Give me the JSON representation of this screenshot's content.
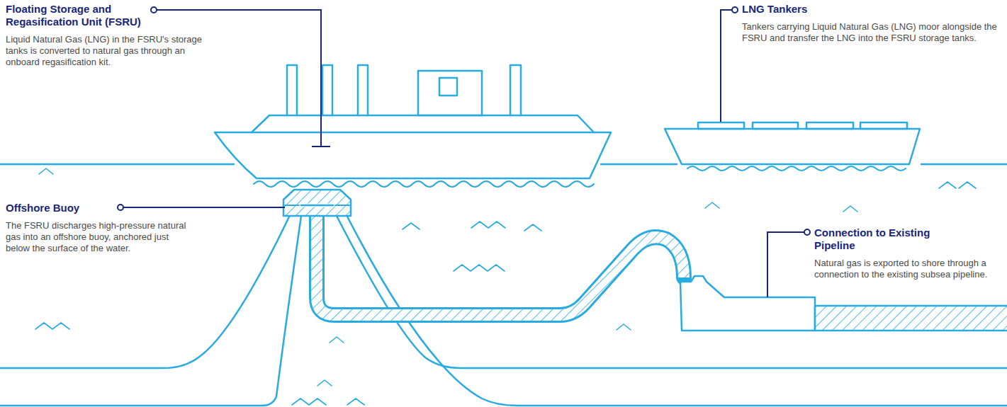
{
  "diagram": {
    "labels": [
      "Floating Storage and Regasification Unit (FSRU)",
      "Liquid Natural Gas (LNG) in the FSRU's storage tanks is converted to natural gas through an onboard regasification kit.",
      "LNG Tankers",
      "Tankers carrying Liquid Natural Gas (LNG) moor alongside the FSRU and transfer the LNG into the FSRU storage tanks.",
      "Offshore Buoy",
      "The FSRU discharges high-pressure natural gas into an offshore buoy, anchored just below the surface of the water.",
      "Connection to Existing Pipeline",
      "Natural gas is exported to shore through a connection to the existing subsea pipeline."
    ]
  }
}
